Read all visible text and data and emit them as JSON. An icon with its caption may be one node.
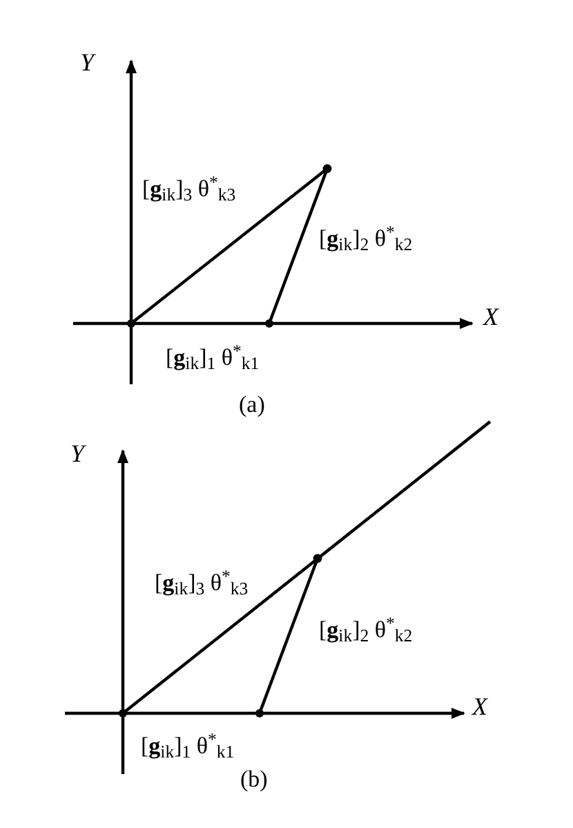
{
  "diagram": {
    "labels": [
      "Y",
      "[**g**$_{ik}$]$_{3}$ θ$^{*}$$_{k3}$",
      "[**g**$_{ik}$]$_{2}$ θ$^{*}$$_{k2}$",
      "X",
      "[**g**$_{ik}$]$_{1}$ θ$^{*}$$_{k1}$",
      "(a)",
      "Y",
      "[**g**$_{ik}$]$_{3}$ θ$^{*}$$_{k3}$",
      "[**g**$_{ik}$]$_{2}$ θ$^{*}$$_{k2}$",
      "X",
      "[**g**$_{ik}$]$_{1}$ θ$^{*}$$_{k1}$",
      "(b)"
    ]
  }
}
